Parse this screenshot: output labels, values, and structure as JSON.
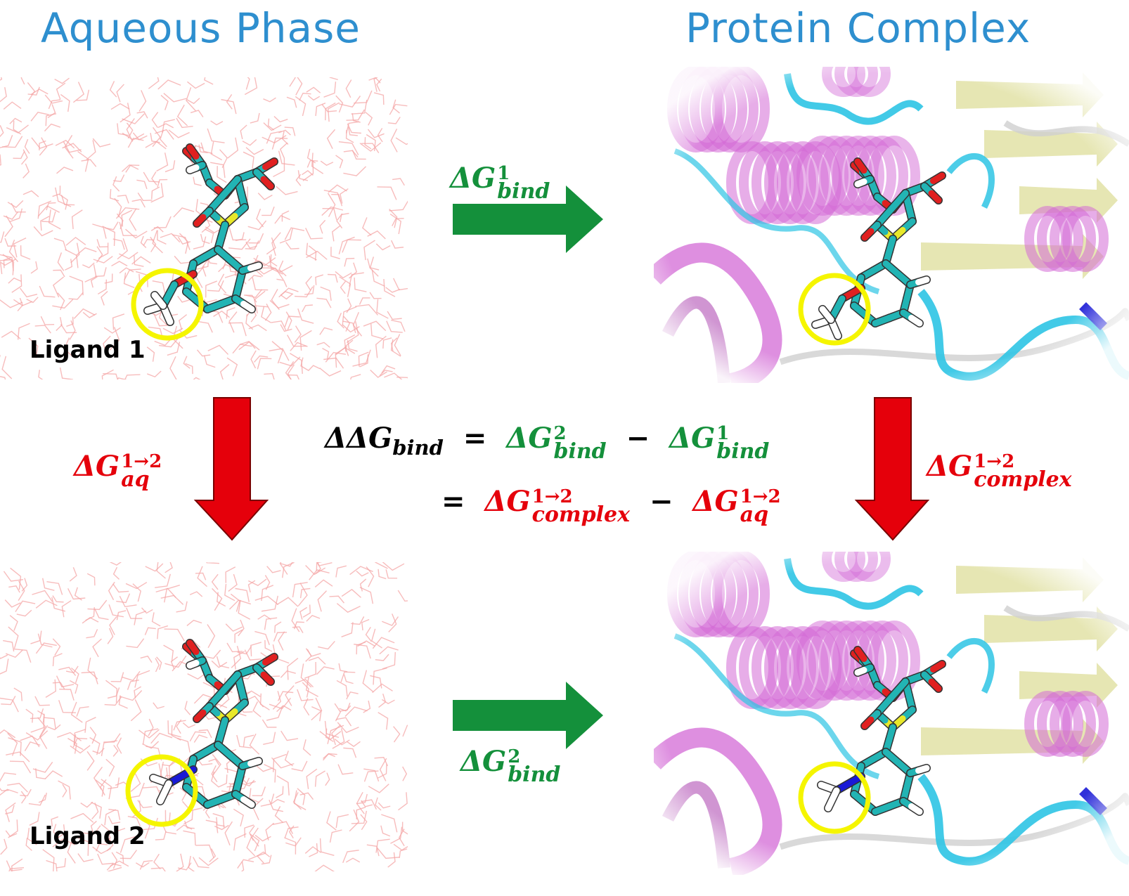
{
  "titles": {
    "aqueous": "Aqueous Phase",
    "complex": "Protein Complex"
  },
  "ligands": {
    "ligand1": "Ligand 1",
    "ligand2": "Ligand 2"
  },
  "labels": {
    "dg_bind_1": {
      "delta": "ΔG",
      "sup": "1",
      "sub": "bind"
    },
    "dg_bind_2": {
      "delta": "ΔG",
      "sup": "2",
      "sub": "bind"
    },
    "dg_aq": {
      "delta": "ΔG",
      "sup": "1→2",
      "sub": "aq"
    },
    "dg_complex": {
      "delta": "ΔG",
      "sup": "1→2",
      "sub": "complex"
    }
  },
  "equation": {
    "lhs": "ΔΔG",
    "lhs_sub": "bind",
    "eq": "=",
    "minus": "−"
  },
  "colors": {
    "title": "#2e8fcf",
    "green": "#14903b",
    "red": "#e5000b",
    "highlight_circle": "#f5f500",
    "helix": "#d36ad6",
    "coil": "#2ec4e4",
    "sheet": "#d8d88a",
    "carbon": "#22b4b4",
    "oxygen": "#e02020",
    "hydrogen": "#ffffff",
    "nitrogen": "#1a1ad6",
    "sulfur": "#e8e82a",
    "water": "#f4a5a5"
  },
  "icons": {
    "arrow_right": "block-arrow-right",
    "arrow_down": "block-arrow-down"
  }
}
